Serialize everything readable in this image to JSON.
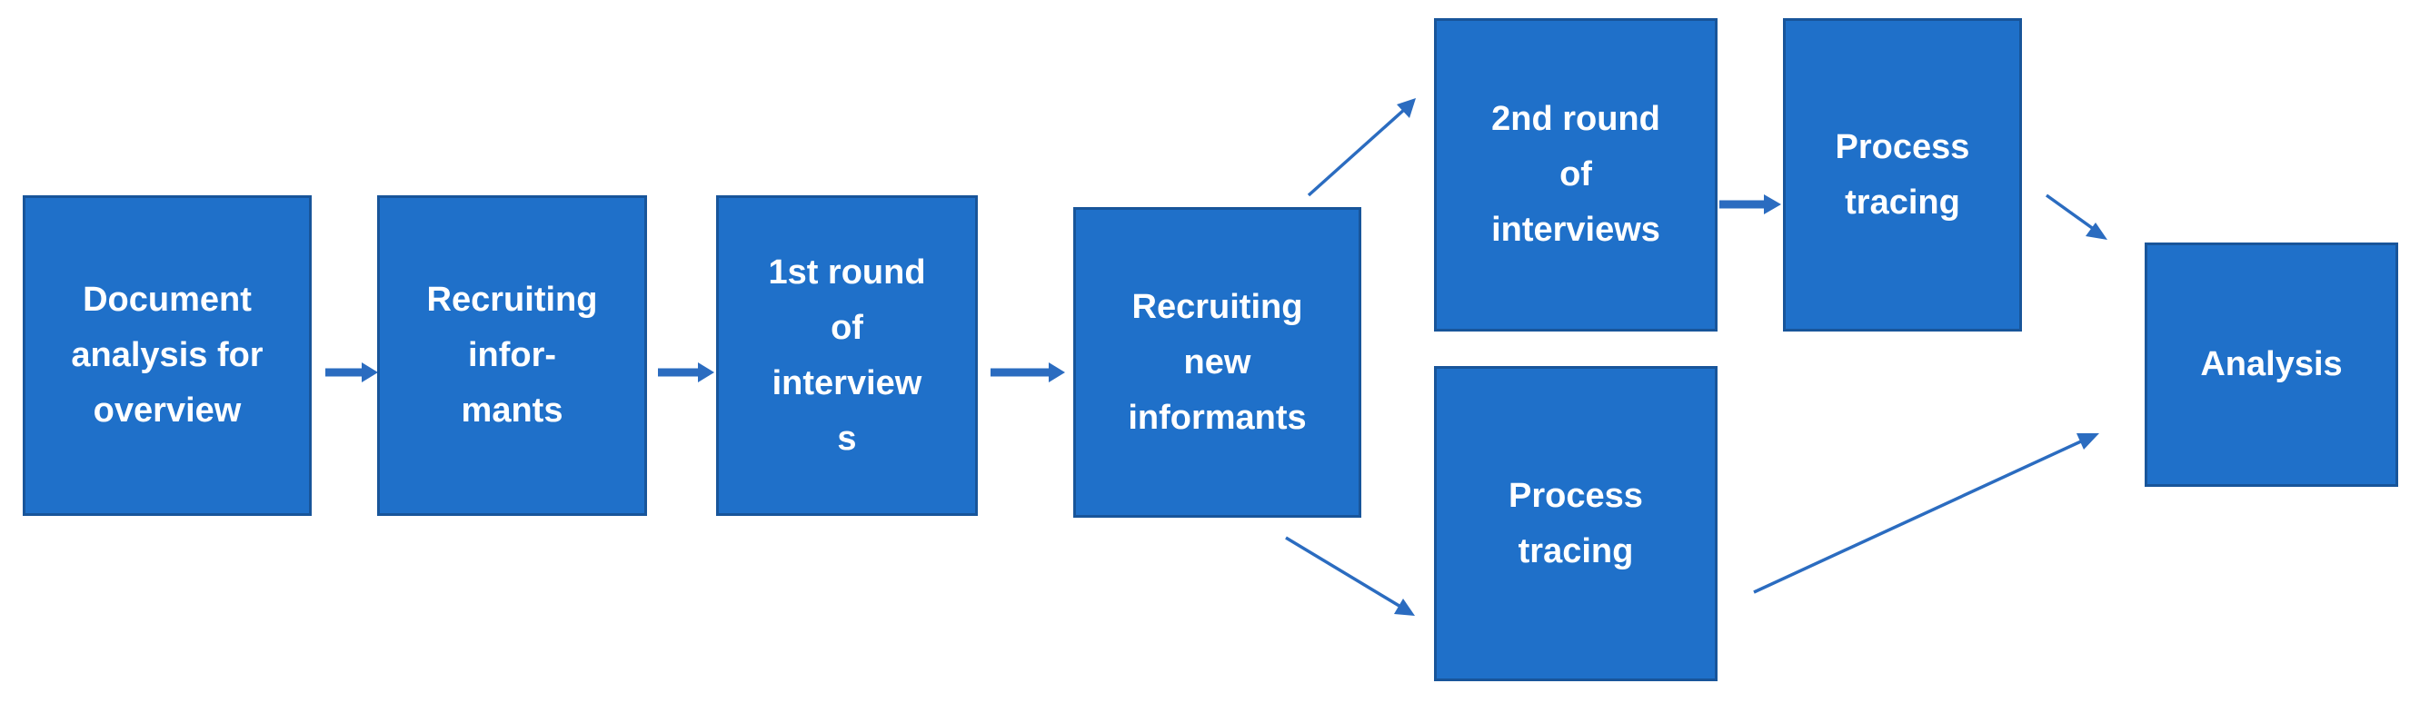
{
  "colors": {
    "box_fill": "#1f70c9",
    "box_border": "#18559a",
    "box_text": "#ffffff",
    "arrow": "#2b6cc0",
    "background": "#ffffff"
  },
  "nodes": {
    "document_analysis": "Document\nanalysis for\noverview",
    "recruiting_informants": "Recruiting\ninfor-\nmants",
    "first_round": "1st round\nof\ninterview\ns",
    "recruiting_new": "Recruiting\nnew\ninformants",
    "second_round": "2nd round\nof\ninterviews",
    "process_tracing_top": "Process\ntracing",
    "process_tracing_bottom": "Process\ntracing",
    "analysis": "Analysis"
  },
  "edges": [
    {
      "from": "document_analysis",
      "to": "recruiting_informants"
    },
    {
      "from": "recruiting_informants",
      "to": "first_round"
    },
    {
      "from": "first_round",
      "to": "recruiting_new"
    },
    {
      "from": "recruiting_new",
      "to": "second_round"
    },
    {
      "from": "recruiting_new",
      "to": "process_tracing_bottom"
    },
    {
      "from": "second_round",
      "to": "process_tracing_top"
    },
    {
      "from": "process_tracing_top",
      "to": "analysis"
    },
    {
      "from": "process_tracing_bottom",
      "to": "analysis"
    }
  ]
}
